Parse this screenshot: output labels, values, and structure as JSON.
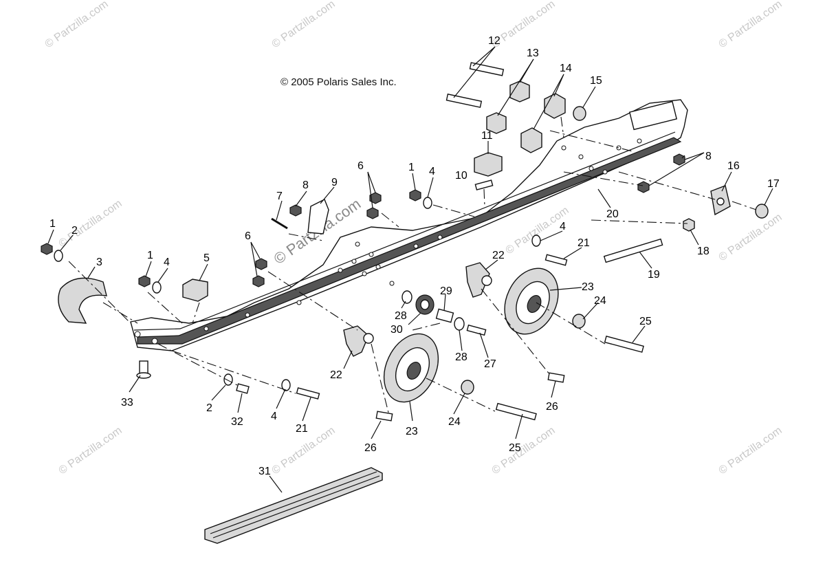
{
  "copyright": "© 2005 Polaris Sales Inc.",
  "watermark": "© Partzilla.com",
  "callouts": {
    "c1a": "1",
    "c1b": "1",
    "c1c": "1",
    "c2a": "2",
    "c2b": "2",
    "c3": "3",
    "c4a": "4",
    "c4b": "4",
    "c4c": "4",
    "c4d": "4",
    "c5": "5",
    "c6a": "6",
    "c6b": "6",
    "c7": "7",
    "c8a": "8",
    "c8b": "8",
    "c9": "9",
    "c10": "10",
    "c11": "11",
    "c12": "12",
    "c13": "13",
    "c14": "14",
    "c15": "15",
    "c16": "16",
    "c17": "17",
    "c18": "18",
    "c19": "19",
    "c20": "20",
    "c21a": "21",
    "c21b": "21",
    "c22a": "22",
    "c22b": "22",
    "c23a": "23",
    "c23b": "23",
    "c24a": "24",
    "c24b": "24",
    "c25a": "25",
    "c25b": "25",
    "c26a": "26",
    "c26b": "26",
    "c27": "27",
    "c28a": "28",
    "c28b": "28",
    "c29": "29",
    "c30": "30",
    "c31": "31",
    "c32": "32",
    "c33": "33"
  }
}
